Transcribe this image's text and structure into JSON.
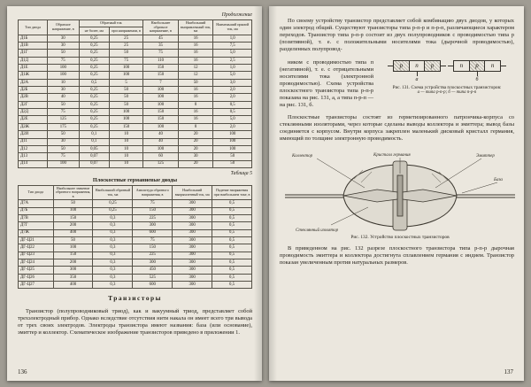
{
  "left": {
    "continuation": "Продолжение",
    "t1": {
      "h_type": "Тип диода",
      "h_rv": "Обратное напряжение, в",
      "h_ri_group": "Обратный ток",
      "h_ri_max": "не более, ма",
      "h_ri_at": "при напряжении, в",
      "h_ror": "Наибольшее обратное напряжение, в",
      "h_rect": "Наибольший выпрямленный ток, ма",
      "h_fwd": "Наименьший прямой ток, ма",
      "rows": [
        [
          "Д1Б",
          "30",
          "0,25",
          "25",
          "45",
          "16",
          "1,0"
        ],
        [
          "Д1В",
          "30",
          "0,25",
          "25",
          "35",
          "16",
          "7,5"
        ],
        [
          "Д1Г",
          "50",
          "0,25",
          "50",
          "75",
          "16",
          "5,0"
        ],
        [
          "Д1Д",
          "75",
          "0,25",
          "75",
          "110",
          "16",
          "2,5"
        ],
        [
          "Д1Е",
          "100",
          "0,25",
          "100",
          "150",
          "12",
          "1,0"
        ],
        [
          "Д1Ж",
          "100",
          "0,25",
          "100",
          "150",
          "12",
          "5,0"
        ],
        [
          "Д2А",
          "10",
          "0,5",
          "5",
          "7",
          "50",
          "3,0"
        ],
        [
          "Д2Б",
          "30",
          "0,25",
          "50",
          "100",
          "16",
          "2,0"
        ],
        [
          "Д2В",
          "40",
          "0,25",
          "50",
          "100",
          "16",
          "2,0"
        ],
        [
          "Д2Г",
          "50",
          "0,25",
          "50",
          "100",
          "8",
          "0,5"
        ],
        [
          "Д2Д",
          "75",
          "0,25",
          "100",
          "150",
          "16",
          "0,5"
        ],
        [
          "Д2Е",
          "125",
          "0,25",
          "100",
          "150",
          "16",
          "5,0"
        ],
        [
          "Д2Ж",
          "175",
          "0,25",
          "150",
          "100",
          "8",
          "2,0"
        ],
        [
          "Д2И",
          "50",
          "0,1",
          "10",
          "40",
          "20",
          "100"
        ],
        [
          "Д11",
          "30",
          "0,1",
          "10",
          "40",
          "20",
          "100"
        ],
        [
          "Д12",
          "50",
          "0,05",
          "10",
          "100",
          "20",
          "100"
        ],
        [
          "Д13",
          "75",
          "0,07",
          "10",
          "60",
          "30",
          "50"
        ],
        [
          "Д14",
          "100",
          "0,07",
          "10",
          "125",
          "20",
          "50"
        ]
      ]
    },
    "t5_label": "Таблица 5",
    "t2_title": "Плоскостные германиевые диоды",
    "t2": {
      "h_type": "Тип диода",
      "h_maxrv": "Наибольшее значение обратного напряжения, в",
      "h_maxri": "Наибольший обратный ток, ма",
      "h_rv": "Амплитуда обратного напряжения, в",
      "h_rect": "Наибольший выпрямленный ток, ма",
      "h_drop": "Падение напряжения при наибольшем токе, в",
      "rows": [
        [
          "Д7А",
          "50",
          "0,25",
          "75",
          "300",
          "0,5"
        ],
        [
          "Д7Б",
          "100",
          "0,25",
          "150",
          "300",
          "0,5"
        ],
        [
          "Д7В",
          "150",
          "0,3",
          "225",
          "300",
          "0,5"
        ],
        [
          "Д7Г",
          "200",
          "0,3",
          "300",
          "300",
          "0,5"
        ],
        [
          "Д7Ж",
          "400",
          "0,3",
          "600",
          "300",
          "0,5"
        ],
        [
          "ДГ-Ц21",
          "50",
          "0,3",
          "75",
          "300",
          "0,5"
        ],
        [
          "ДГ-Ц22",
          "100",
          "0,3",
          "150",
          "300",
          "0,5"
        ],
        [
          "ДГ-Ц23",
          "150",
          "0,3",
          "225",
          "300",
          "0,5"
        ],
        [
          "ДГ-Ц24",
          "200",
          "0,3",
          "300",
          "300",
          "0,5"
        ],
        [
          "ДГ-Ц25",
          "300",
          "0,3",
          "450",
          "300",
          "0,5"
        ],
        [
          "ДГ-Ц26",
          "350",
          "0,3",
          "525",
          "300",
          "0,5"
        ],
        [
          "ДГ-Ц27",
          "400",
          "0,3",
          "600",
          "300",
          "0,5"
        ]
      ]
    },
    "heading": "Транзисторы",
    "para": "Транзистор (полупроводниковый триод), как и вакуумный триод, представляет собой трехэлектродный прибор. Однако вследствие отсутствия нити накала он имеет всего три вывода от трех своих электродов. Электроды транзистора имеют названия: база (или основание), эмиттер и коллектор. Схематическое изображение транзисторов приведено в приложении 1.",
    "page_num": "136"
  },
  "right": {
    "para1": "По своему устройству транзистор представляет собой комбинацию двух диодов, у которых один электрод общий. Существуют транзисторы типа р-п-р и п-р-п, различающиеся характером переходов. Транзистор типа р-п-р состоит из двух полупроводников с проводимостью типа р (позитивной), т. е. с положительными носителями тока (дырочной проводимостью), разделенных полупровод-",
    "fig131": {
      "a_cells": [
        "р",
        "п",
        "р"
      ],
      "b_cells": [
        "п",
        "р",
        "п"
      ],
      "a_label": "а",
      "b_label": "б",
      "cap1": "Рис. 131. Схема устройства плоскостных транзисторов:",
      "cap2": "а — типа р-п-р; б — типа п-р-п"
    },
    "para2": "ником с проводимостью типа п (негативной), т. е. с отрицательными носителями тока (электронной проводимостью). Схема устройства плоскостного транзистора типа р-п-р показана на рис. 131, а, а типа п-р-п — на рис. 131, б.",
    "para3": "Плоскостные транзисторы состоят из герметизированного патрончика-корпуса со стеклянными изоляторами, через которые сделаны выводы коллектора и эмиттера; вывод базы соединяется с корпусом. Внутри корпуса закреплен маленький дисковый кристалл германия, имеющий по толщине электронную проводимость.",
    "fig132": {
      "lbl_collector": "Коллектор",
      "lbl_crystal": "Кристалл германия",
      "lbl_emitter": "Эмиттер",
      "lbl_base": "База",
      "lbl_insulator": "Стеклянный изолятор",
      "caption": "Рис. 132. Устройство плоскостных транзисторов"
    },
    "para4": "В приведенном на рис. 132 разрезе плоскостного транзистора типа р-п-р дырочная проводимость эмиттера и коллектора достигнута сплавлением германия с индием. Транзистор показан увеличенным против натуральных размеров.",
    "page_num": "137"
  }
}
